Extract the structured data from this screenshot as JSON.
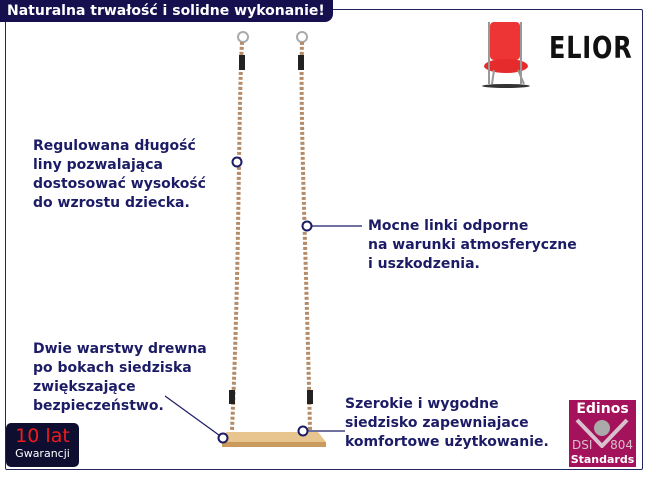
{
  "header": {
    "title": "Naturalna trwałość i solidne wykonanie!"
  },
  "brand": {
    "name": "ELIOR",
    "icon": "chair-icon"
  },
  "callouts": [
    {
      "text": "Regulowana długość\nliny pozwalająca\ndostosować wysokość\ndo wzrostu dziecka."
    },
    {
      "text": "Mocne linki odporne\nna warunki atmosferyczne\ni uszkodzenia."
    },
    {
      "text": "Dwie warstwy drewna\npo bokach siedziska\nzwiększające\nbezpieczeństwo."
    },
    {
      "text": "Szerokie i wygodne\nsiedzisko zapewniajace\nkomfortowe użytkowanie."
    }
  ],
  "warranty": {
    "years": "10 lat",
    "label": "Gwarancji"
  },
  "certificate": {
    "name": "Edinos",
    "left": "DSI",
    "right": "804",
    "bottom": "Standards"
  },
  "colors": {
    "navy": "#16104e",
    "text": "#1c1c66",
    "red": "#ee1c1c",
    "magenta": "#a3125a"
  }
}
